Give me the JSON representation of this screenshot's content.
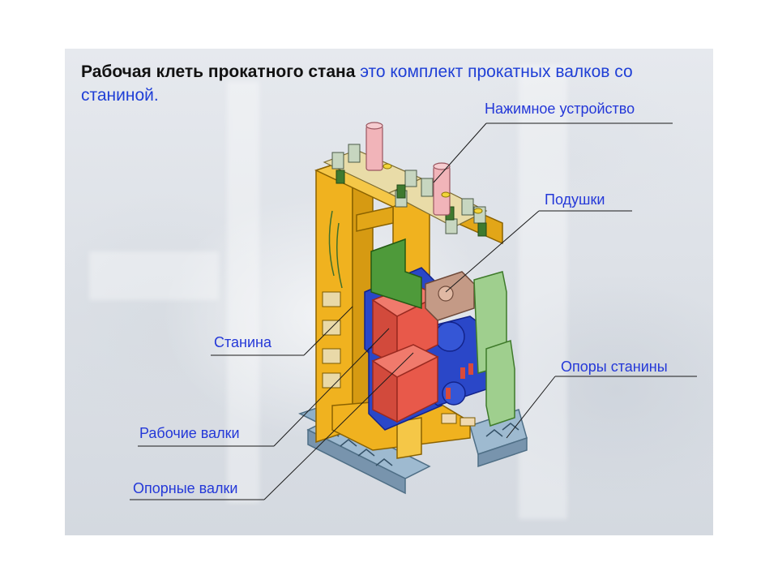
{
  "title": {
    "bold": "Рабочая клеть прокатного стана",
    "rest": "это комплект прокатных валков со станиной."
  },
  "callouts": {
    "pressure_device": "Нажимное устройство",
    "chocks": "Подушки",
    "stand_frame": "Станина",
    "frame_supports": "Опоры станины",
    "work_rolls": "Рабочие валки",
    "backup_rolls": "Опорные валки"
  },
  "colors": {
    "label": "#2438d8",
    "frame": "#f0b21f",
    "work_roll": "#e8594a",
    "backup_roll": "#2a47c8",
    "chock_green": "#4e9a3a",
    "support": "#8fb0c9"
  }
}
